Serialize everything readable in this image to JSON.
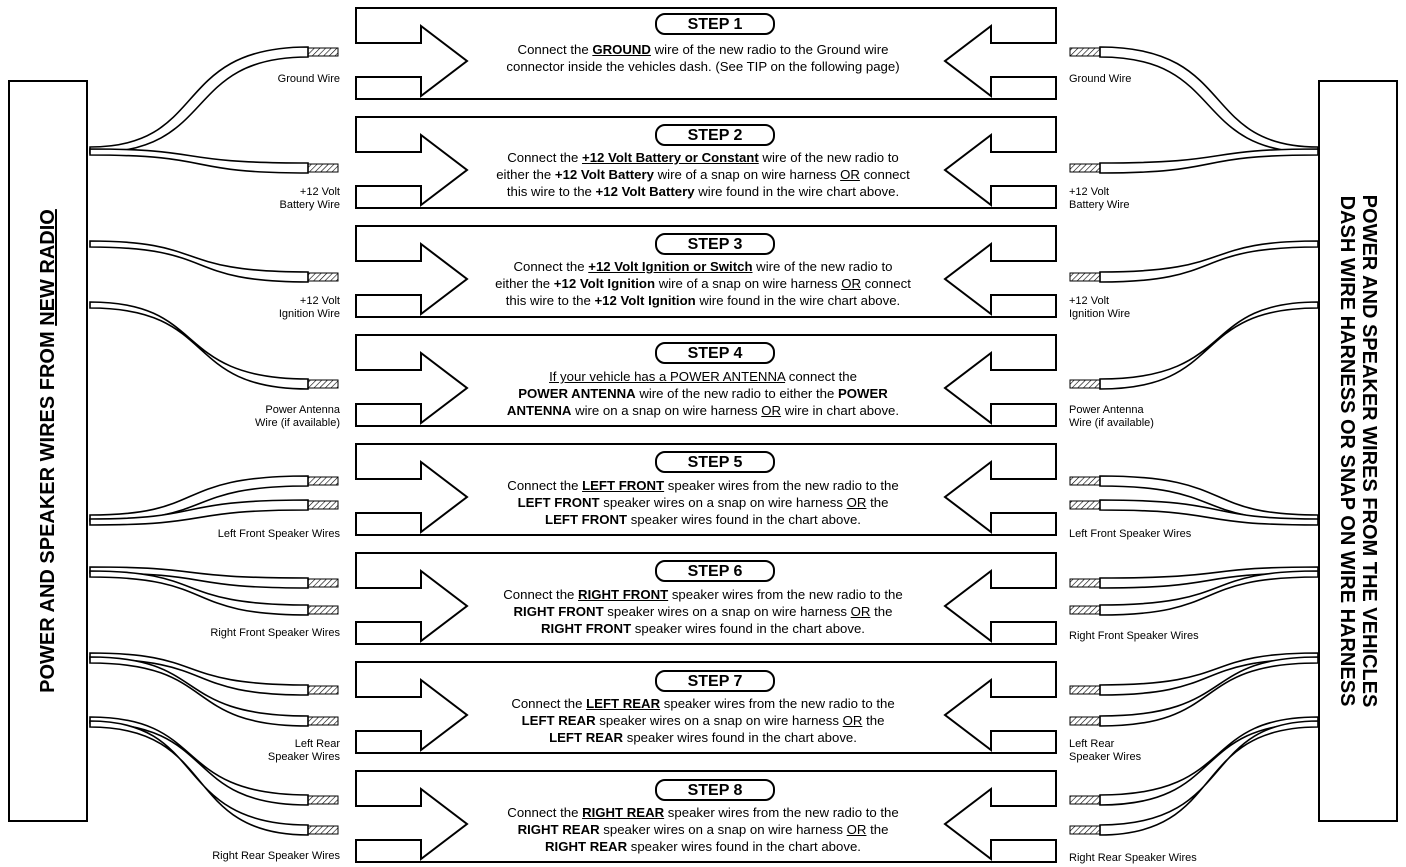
{
  "left_panel": {
    "title_pre": "POWER AND SPEAKER WIRES FROM ",
    "title_underlined": "NEW RADIO"
  },
  "right_panel": {
    "line1": "POWER AND SPEAKER WIRES FROM THE VEHICLES",
    "line2": "DASH WIRE HARNESS OR SNAP ON WIRE HARNESS"
  },
  "steps": [
    {
      "title": "STEP 1",
      "left_label": "Ground Wire",
      "right_label": "Ground Wire",
      "line1": "Connect the GROUND wire of the new radio to the Ground wire",
      "line2": "connector inside the vehicles dash.  (See TIP on the following page)"
    },
    {
      "title": "STEP 2",
      "left_label": "+12 Volt\nBattery Wire",
      "right_label": "+12 Volt\nBattery Wire",
      "line1": "Connect the +12 Volt Battery or Constant wire of the new radio to",
      "line2": "either the +12 Volt Battery wire of a snap on wire harness OR connect",
      "line3": "this wire to the +12 Volt Battery wire found in the wire chart above."
    },
    {
      "title": "STEP 3",
      "left_label": "+12 Volt\nIgnition Wire",
      "right_label": "+12 Volt\nIgnition Wire",
      "line1": "Connect the +12 Volt Ignition or Switch wire of the new radio to",
      "line2": "either the +12 Volt Ignition wire of a snap on wire harness OR connect",
      "line3": "this wire to the +12 Volt Ignition wire found in the wire chart above."
    },
    {
      "title": "STEP 4",
      "left_label": "Power Antenna\nWire (if available)",
      "right_label": "Power Antenna\nWire (if available)",
      "line1": "If your vehicle has a POWER ANTENNA connect the",
      "line2": "POWER ANTENNA wire of the new radio to either the POWER",
      "line3": "ANTENNA wire on a snap on wire harness OR wire in chart above."
    },
    {
      "title": "STEP 5",
      "left_label": "Left Front Speaker Wires",
      "right_label": "Left Front Speaker Wires",
      "line1": "Connect the LEFT FRONT speaker wires from the new radio to the",
      "line2": "LEFT FRONT speaker wires on a snap on wire harness OR the",
      "line3": "LEFT FRONT speaker wires found in the chart above."
    },
    {
      "title": "STEP 6",
      "left_label": "Right Front Speaker Wires",
      "right_label": "Right Front Speaker Wires",
      "line1": "Connect the RIGHT FRONT speaker wires from the new radio to the",
      "line2": "RIGHT FRONT speaker wires on a snap on wire harness OR the",
      "line3": "RIGHT FRONT speaker wires found in the chart above."
    },
    {
      "title": "STEP 7",
      "left_label": "Left Rear\nSpeaker Wires",
      "right_label": "Left Rear\nSpeaker Wires",
      "line1": "Connect the LEFT REAR speaker wires from the new radio to the",
      "line2": "LEFT REAR speaker wires on a snap on wire harness OR the",
      "line3": "LEFT REAR speaker wires found in the chart above."
    },
    {
      "title": "STEP 8",
      "left_label": "Right Rear Speaker Wires",
      "right_label": "Right Rear Speaker Wires",
      "line1": "Connect the RIGHT REAR speaker wires from the new radio to the",
      "line2": "RIGHT REAR speaker wires on a snap on wire harness OR the",
      "line3": "RIGHT REAR speaker wires found in the chart above."
    }
  ]
}
